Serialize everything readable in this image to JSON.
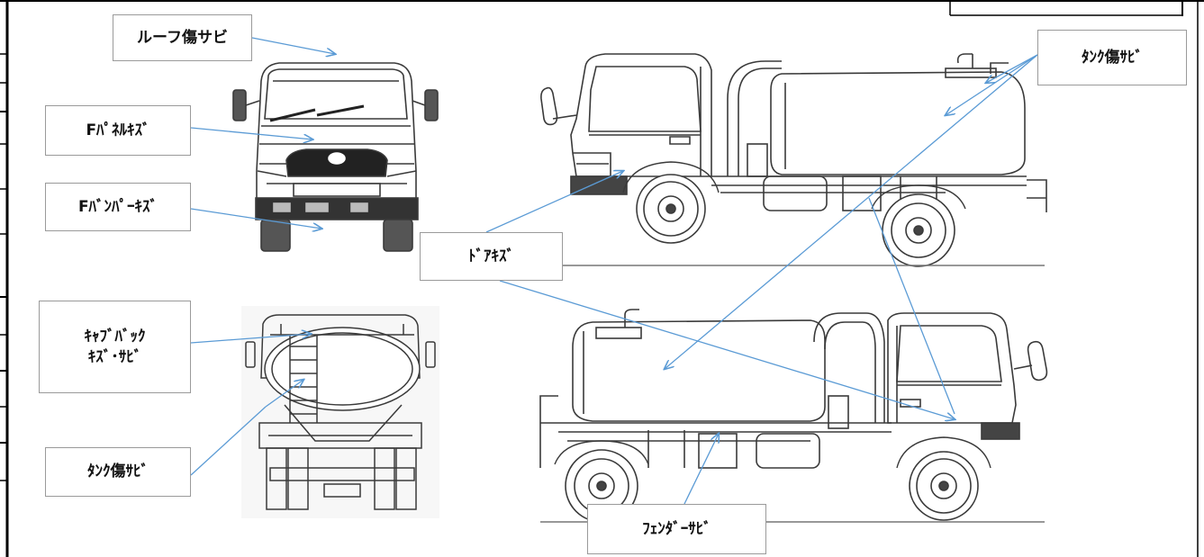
{
  "labels": {
    "roof": "ルーフ傷サビ",
    "front_panel": "Fﾊﾟﾈﾙｷｽﾞ",
    "front_bumper": "Fﾊﾞﾝﾊﾟｰｷｽﾞ",
    "cab_back": "ｷｬﾌﾞﾊﾞｯｸ\nｷｽﾞ･ｻﾋﾞ",
    "tank_left": "ﾀﾝｸ傷ｻﾋﾞ",
    "tank_right": "ﾀﾝｸ傷ｻﾋﾞ",
    "door": "ﾄﾞｱｷｽﾞ",
    "fender": "ﾌｪﾝﾀﾞｰｻﾋﾞ"
  },
  "colors": {
    "arrow": "#5b9bd5",
    "line_art": "#3a3a3a",
    "label_border": "#9a9a9a",
    "frame": "#000000"
  }
}
